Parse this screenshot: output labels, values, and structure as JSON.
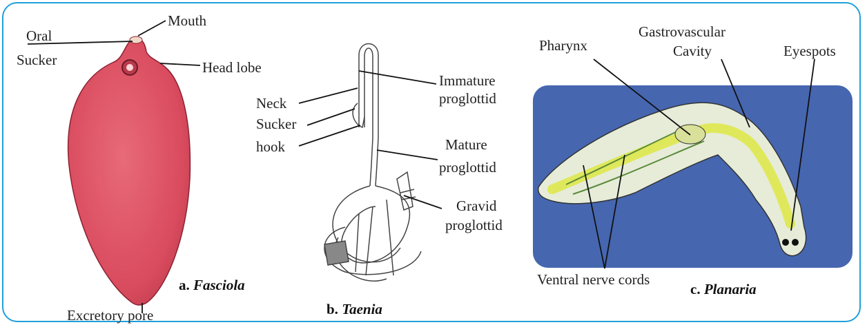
{
  "fasciola": {
    "labels": {
      "mouth": "Mouth",
      "oral": "Oral",
      "sucker": "Sucker",
      "head_lobe": "Head lobe",
      "excretory_pore": "Excretory pore"
    },
    "caption_letter": "a.",
    "caption_name": "Fasciola",
    "body_color": "#d94b5e"
  },
  "taenia": {
    "labels": {
      "immature_1": "Immature",
      "immature_2": "proglottid",
      "neck": "Neck",
      "sucker": "Sucker",
      "hook": "hook",
      "mature_1": "Mature",
      "mature_2": "proglottid",
      "gravid_1": "Gravid",
      "gravid_2": "proglottid"
    },
    "caption_letter": "b.",
    "caption_name": "Taenia"
  },
  "planaria": {
    "labels": {
      "pharynx": "Pharynx",
      "gastro_1": "Gastrovascular",
      "gastro_2": "Cavity",
      "eyespots": "Eyespots",
      "ventral": "Ventral nerve cords"
    },
    "caption_letter": "c.",
    "caption_name": "Planaria",
    "background_color": "#4666b0",
    "body_color": "#dfe85a"
  },
  "frame_color": "#1ea0d8"
}
